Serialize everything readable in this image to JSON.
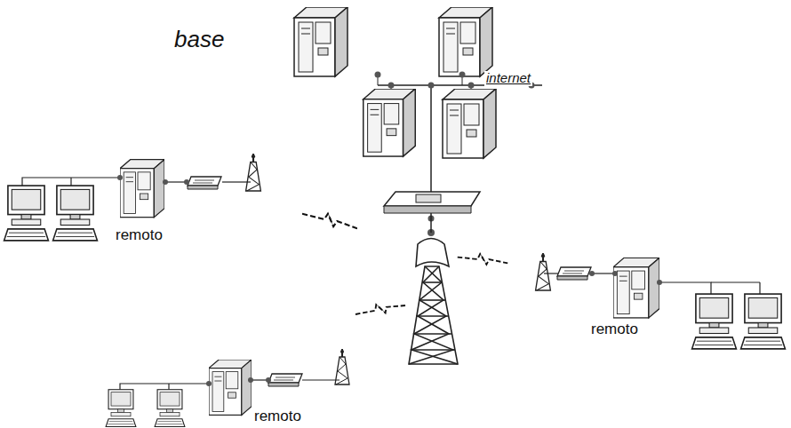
{
  "diagram": {
    "labels": [
      "base",
      "internet",
      "remoto",
      "remoto",
      "remoto"
    ]
  }
}
